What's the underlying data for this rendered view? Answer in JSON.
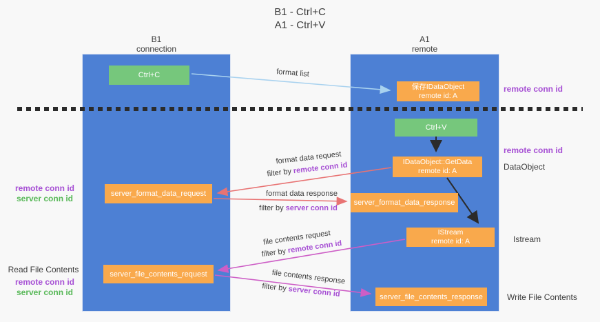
{
  "title": {
    "line1": "B1 - Ctrl+C",
    "line2": "A1 - Ctrl+V"
  },
  "lifelines": {
    "left": {
      "name": "B1",
      "subtitle": "connection"
    },
    "right": {
      "name": "A1",
      "subtitle": "remote"
    }
  },
  "nodes": {
    "ctrl_c": {
      "label": "Ctrl+C"
    },
    "ctrl_v": {
      "label": "Ctrl+V"
    },
    "save_dataobject": {
      "line1": "保存IDataObject",
      "line2": "remote id: A"
    },
    "getdata": {
      "line1": "IDataObject::GetData",
      "line2": "remote id: A"
    },
    "istream": {
      "line1": "IStream",
      "line2": "remote id: A"
    },
    "server_format_data_request": {
      "label": "server_format_data_request"
    },
    "server_format_data_response": {
      "label": "server_format_data_response"
    },
    "server_file_contents_request": {
      "label": "server_file_contents_request"
    },
    "server_file_contents_response": {
      "label": "server_file_contents_response"
    }
  },
  "edge_labels": {
    "format_list": "format list",
    "format_data_request": "format data request",
    "format_data_response": "format data response",
    "file_contents_request": "file contents request",
    "file_contents_response": "file contents response",
    "filter_by": "filter by",
    "remote_conn_id": "remote conn id",
    "server_conn_id": "server conn id"
  },
  "side_labels": {
    "remote_conn_id": "remote conn id",
    "server_conn_id": "server conn id",
    "dataobject": "DataObject",
    "istream": "Istream",
    "read_file_contents": "Read File Contents",
    "write_file_contents": "Write File Contents"
  },
  "colors": {
    "lifeline_blue": "#4d80d4",
    "node_orange": "#f9a94c",
    "node_green": "#76c77c",
    "arrow_blue": "#a9d2ef",
    "arrow_red": "#e87373",
    "arrow_magenta": "#cd5ec6",
    "arrow_black": "#2b2b2b",
    "id_purple": "#a64fd4",
    "id_green": "#58b858"
  }
}
